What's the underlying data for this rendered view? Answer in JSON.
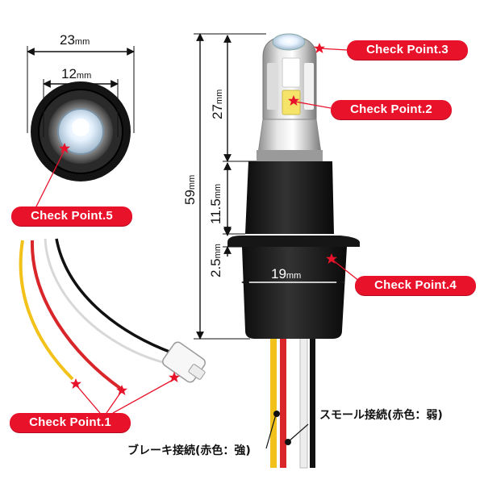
{
  "labels": {
    "check_point_1": "Check Point.1",
    "check_point_2": "Check Point.2",
    "check_point_3": "Check Point.3",
    "check_point_4": "Check Point.4",
    "check_point_5": "Check Point.5"
  },
  "dimensions": {
    "outer_diameter": "23",
    "inner_diameter": "12",
    "base_width": "19",
    "total_length": "59",
    "led_length": "27",
    "neck_length": "11.5",
    "flange_thickness": "2.5",
    "unit": "mm"
  },
  "wires": {
    "small_connection": "スモール接続(赤色：弱)",
    "brake_connection": "ブレーキ接続(赤色：強)"
  },
  "colors": {
    "badge": "#e8122a",
    "marker_star": "#e8122a",
    "wire_yellow": "#f2c21b",
    "wire_red": "#d8262a",
    "wire_white": "#f4f4f4",
    "wire_black": "#111111",
    "socket": "#1c1c1c"
  },
  "icons": [
    "star-marker-icon",
    "wire-dot-icon"
  ]
}
